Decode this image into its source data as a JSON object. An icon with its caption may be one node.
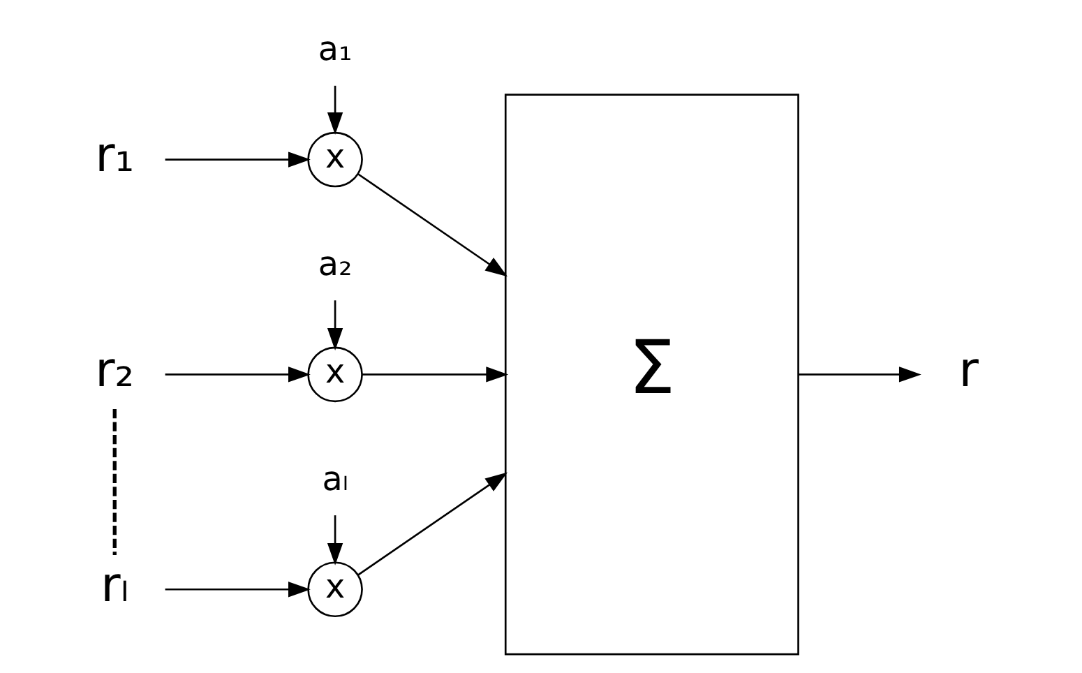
{
  "diagram": {
    "nodes": [
      {
        "text": [
          "r₁"
        ]
      },
      {
        "text": [
          "x"
        ]
      },
      {
        "text": [
          "a₁"
        ]
      },
      {
        "text": [
          "r₂"
        ]
      },
      {
        "text": [
          "x"
        ]
      },
      {
        "text": [
          "a₂"
        ]
      },
      {
        "text": [
          "rₗ"
        ]
      },
      {
        "text": [
          "x"
        ]
      },
      {
        "text": [
          "aₗ"
        ]
      },
      {
        "text": [
          "Σ"
        ]
      },
      {
        "text": [
          "r"
        ]
      }
    ],
    "edges": [
      {
        "from": 0,
        "to": 1,
        "arrow": "to"
      },
      {
        "from": 2,
        "to": 1,
        "arrow": "to"
      },
      {
        "from": 1,
        "to": 9,
        "arrow": "to"
      },
      {
        "from": 3,
        "to": 4,
        "arrow": "to"
      },
      {
        "from": 5,
        "to": 4,
        "arrow": "to"
      },
      {
        "from": 4,
        "to": 9,
        "arrow": "to"
      },
      {
        "from": 6,
        "to": 7,
        "arrow": "to"
      },
      {
        "from": 8,
        "to": 7,
        "arrow": "to"
      },
      {
        "from": 7,
        "to": 9,
        "arrow": "to"
      },
      {
        "from": 9,
        "to": 10,
        "arrow": "to"
      },
      {
        "from": 3,
        "to": 6,
        "arrow": "none",
        "style": "dashed"
      }
    ]
  }
}
